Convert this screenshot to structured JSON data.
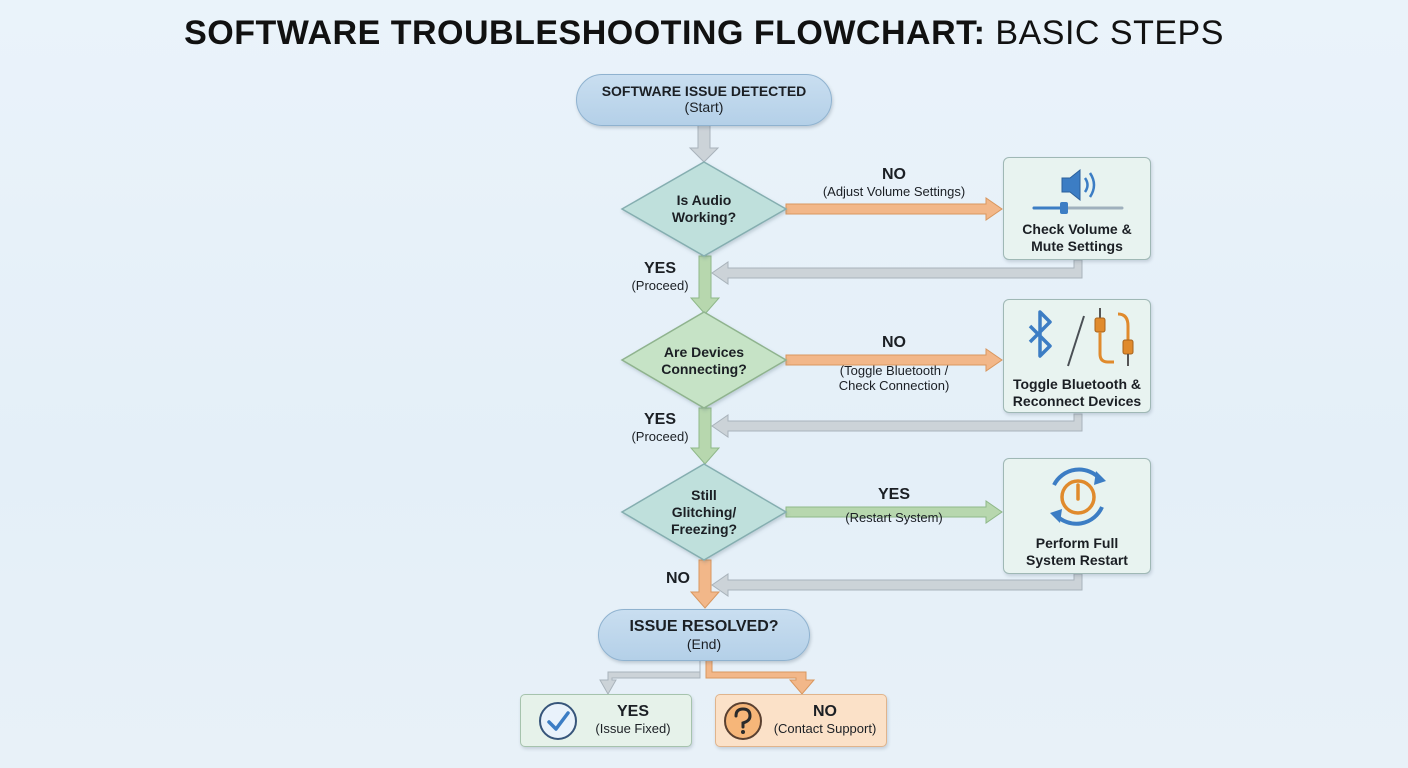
{
  "title": {
    "bold": "SOFTWARE TROUBLESHOOTING FLOWCHART:",
    "light": "BASIC STEPS"
  },
  "start": {
    "line1": "SOFTWARE ISSUE DETECTED",
    "line2": "(Start)"
  },
  "decisions": [
    {
      "line1": "Is Audio",
      "line2": "Working?"
    },
    {
      "line1": "Are Devices",
      "line2": "Connecting?"
    },
    {
      "line1": "Still",
      "line2": "Glitching/",
      "line3": "Freezing?"
    }
  ],
  "branches": [
    {
      "label": "NO",
      "sub": "(Adjust Volume Settings)"
    },
    {
      "label": "NO",
      "sub1": "(Toggle Bluetooth /",
      "sub2": "Check Connection)"
    },
    {
      "label": "YES",
      "sub": "(Restart System)"
    }
  ],
  "down_labels": [
    {
      "label": "YES",
      "sub": "(Proceed)"
    },
    {
      "label": "YES",
      "sub": "(Proceed)"
    },
    {
      "label": "NO"
    }
  ],
  "actions": [
    {
      "line1": "Check Volume &",
      "line2": "Mute Settings",
      "icon": "speaker-volume-icon"
    },
    {
      "line1": "Toggle Bluetooth &",
      "line2": "Reconnect Devices",
      "icon": "bluetooth-cable-icon"
    },
    {
      "line1": "Perform Full",
      "line2": "System Restart",
      "icon": "restart-power-icon"
    }
  ],
  "end": {
    "line1": "ISSUE RESOLVED?",
    "line2": "(End)"
  },
  "outcomes": [
    {
      "label": "YES",
      "sub": "(Issue Fixed)",
      "icon": "checkmark-icon"
    },
    {
      "label": "NO",
      "sub": "(Contact Support)",
      "icon": "question-mark-icon"
    }
  ],
  "colors": {
    "orange_arrow": "#f2b789",
    "green_arrow": "#b7d7ae",
    "gray_arrow": "#ccd3d8",
    "blue_icon": "#3c7dc4",
    "orange_icon": "#e08a2c"
  }
}
